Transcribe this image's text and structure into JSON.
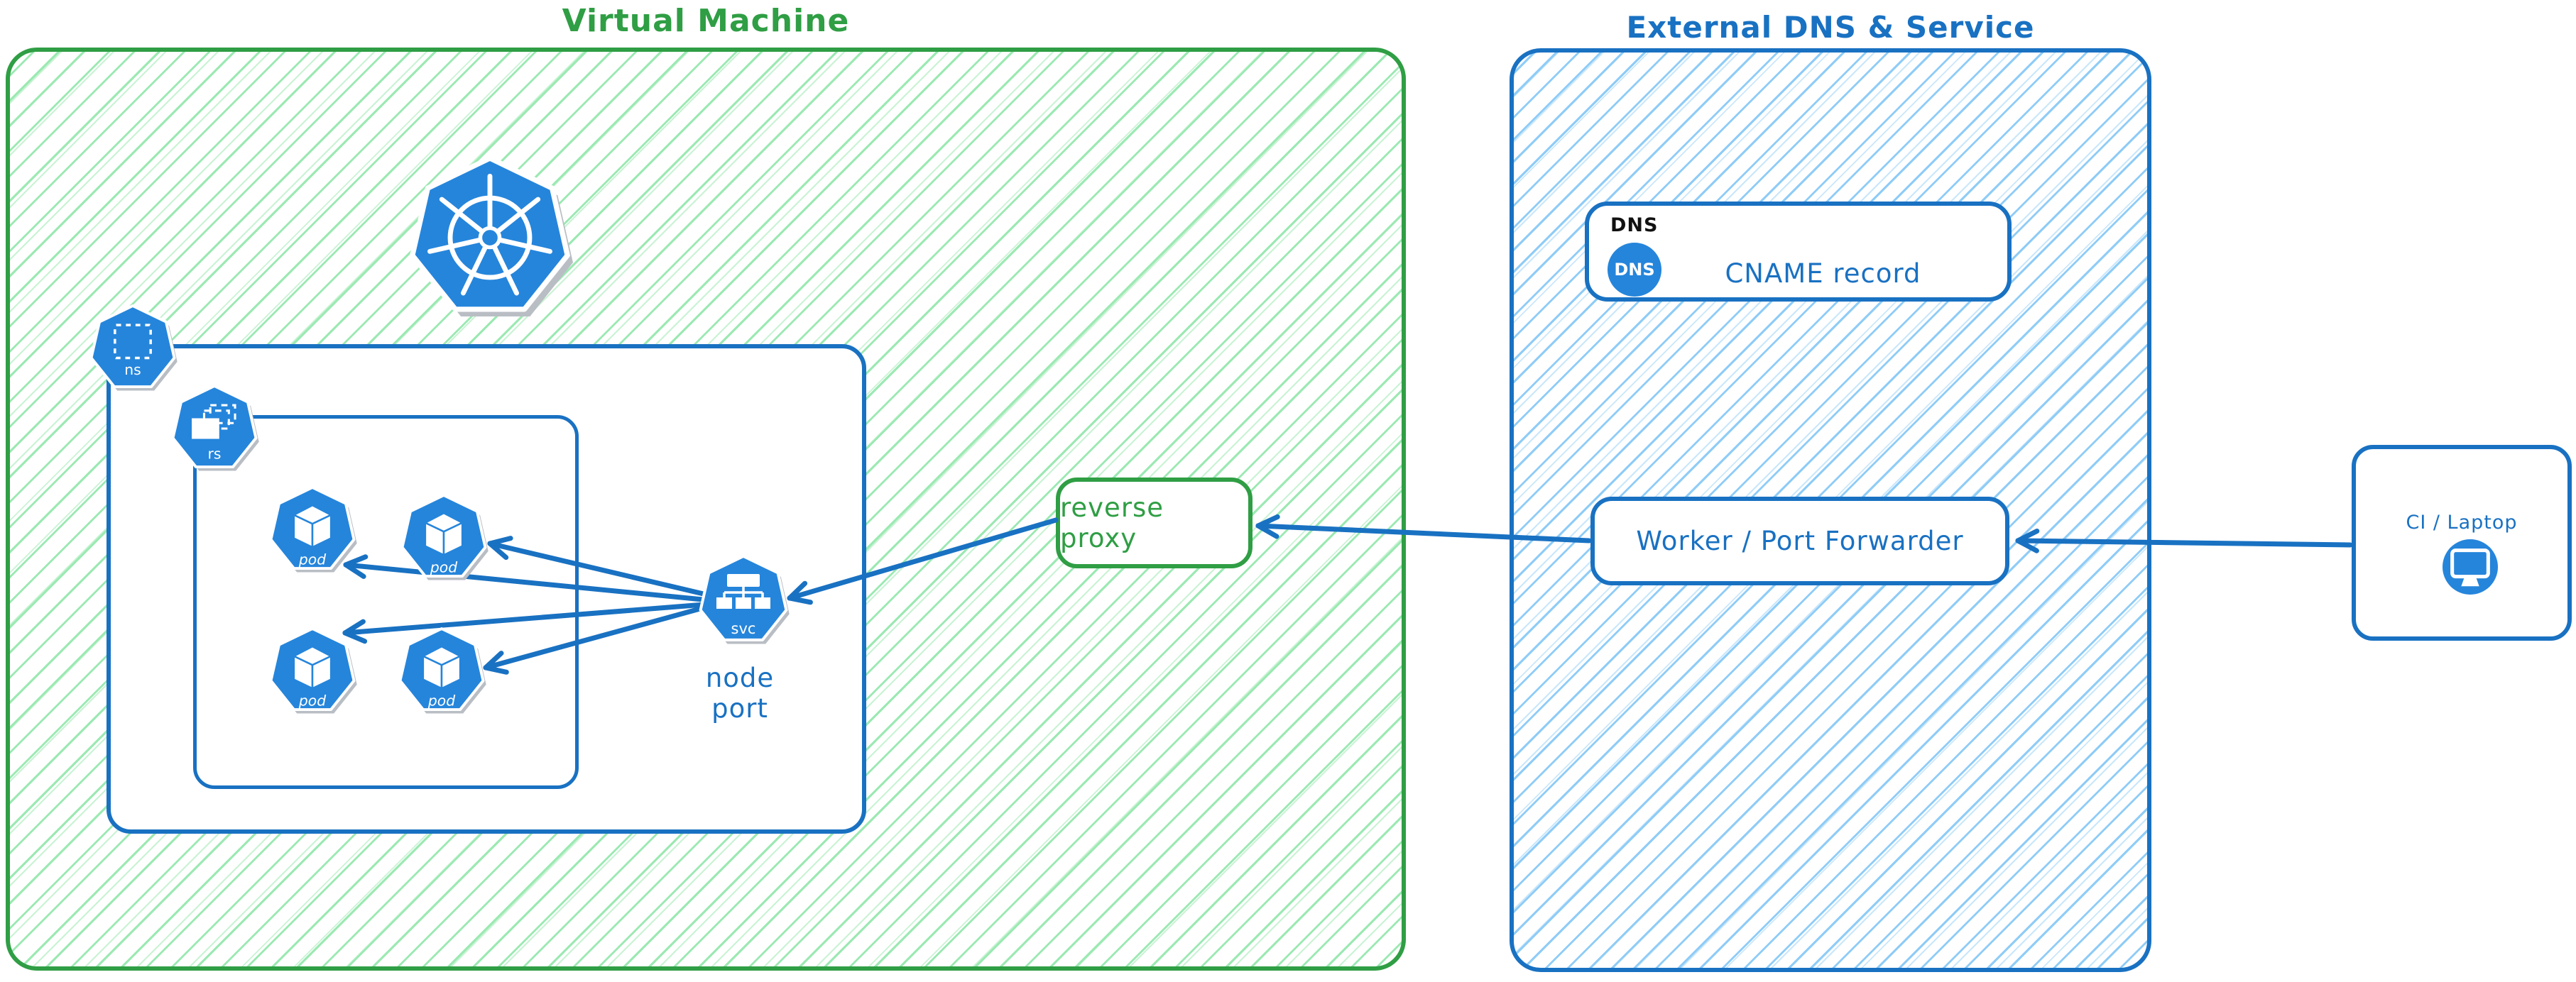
{
  "groups": {
    "vm": {
      "title": "Virtual Machine"
    },
    "external": {
      "title": "External DNS & Service"
    }
  },
  "nodes": {
    "reverse_proxy": {
      "label": "reverse proxy"
    },
    "dns": {
      "tag": "DNS",
      "badge": "DNS",
      "label": "CNAME record"
    },
    "worker": {
      "label": "Worker / Port Forwarder"
    },
    "ci": {
      "label": "CI / Laptop"
    },
    "node_port": {
      "label": "node port"
    }
  },
  "icons": {
    "kubernetes_logo": "kubernetes-logo-icon",
    "namespace_label": "ns",
    "replicaset_label": "rs",
    "pod_label": "pod",
    "service_label": "svc",
    "monitor": "monitor-icon",
    "dns_badge": "dns-circle-icon"
  },
  "colors": {
    "green_border": "#2f9e44",
    "green_hatch": "#9be9b2",
    "blue_border": "#1971c2",
    "blue_hatch": "#8fccf7",
    "icon_blue": "#2585db",
    "text_black": "#111111",
    "shadow_gray": "#b9bec4"
  }
}
